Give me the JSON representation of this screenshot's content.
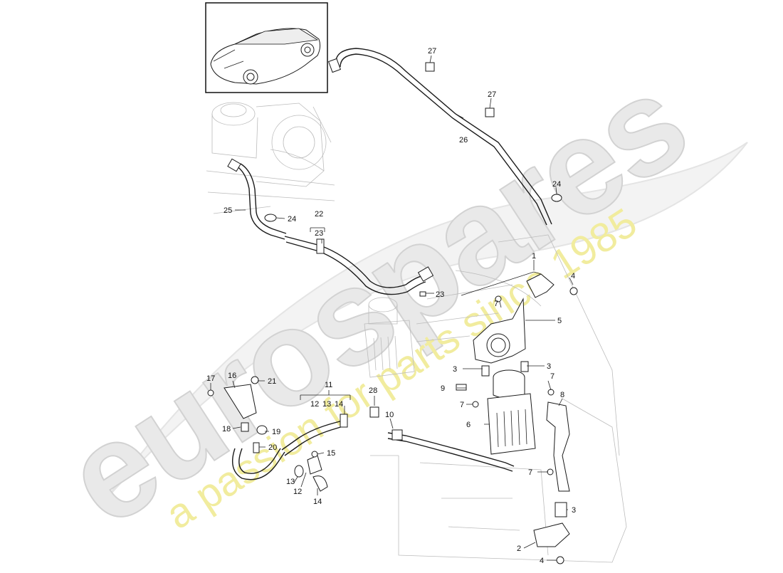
{
  "watermark": {
    "brand": "eurospares",
    "tagline": "a passion for parts since 1985"
  },
  "callouts": [
    {
      "id": "c1",
      "label": "1"
    },
    {
      "id": "c2",
      "label": "2"
    },
    {
      "id": "c3a",
      "label": "3"
    },
    {
      "id": "c3b",
      "label": "3"
    },
    {
      "id": "c3c",
      "label": "3"
    },
    {
      "id": "c4a",
      "label": "4"
    },
    {
      "id": "c4b",
      "label": "4"
    },
    {
      "id": "c5",
      "label": "5"
    },
    {
      "id": "c6",
      "label": "6"
    },
    {
      "id": "c7a",
      "label": "7"
    },
    {
      "id": "c7b",
      "label": "7"
    },
    {
      "id": "c7c",
      "label": "7"
    },
    {
      "id": "c7d",
      "label": "7"
    },
    {
      "id": "c8",
      "label": "8"
    },
    {
      "id": "c9",
      "label": "9"
    },
    {
      "id": "c10",
      "label": "10"
    },
    {
      "id": "c11",
      "label": "11"
    },
    {
      "id": "c12a",
      "label": "12"
    },
    {
      "id": "c13a",
      "label": "13"
    },
    {
      "id": "c14a",
      "label": "14"
    },
    {
      "id": "c12b",
      "label": "12"
    },
    {
      "id": "c13b",
      "label": "13"
    },
    {
      "id": "c14b",
      "label": "14"
    },
    {
      "id": "c15",
      "label": "15"
    },
    {
      "id": "c16",
      "label": "16"
    },
    {
      "id": "c17",
      "label": "17"
    },
    {
      "id": "c18",
      "label": "18"
    },
    {
      "id": "c19",
      "label": "19"
    },
    {
      "id": "c20",
      "label": "20"
    },
    {
      "id": "c21",
      "label": "21"
    },
    {
      "id": "c22",
      "label": "22"
    },
    {
      "id": "c23a",
      "label": "23"
    },
    {
      "id": "c23b",
      "label": "23"
    },
    {
      "id": "c24a",
      "label": "24"
    },
    {
      "id": "c24b",
      "label": "24"
    },
    {
      "id": "c25",
      "label": "25"
    },
    {
      "id": "c26",
      "label": "26"
    },
    {
      "id": "c27a",
      "label": "27"
    },
    {
      "id": "c27b",
      "label": "27"
    },
    {
      "id": "c28",
      "label": "28"
    }
  ]
}
